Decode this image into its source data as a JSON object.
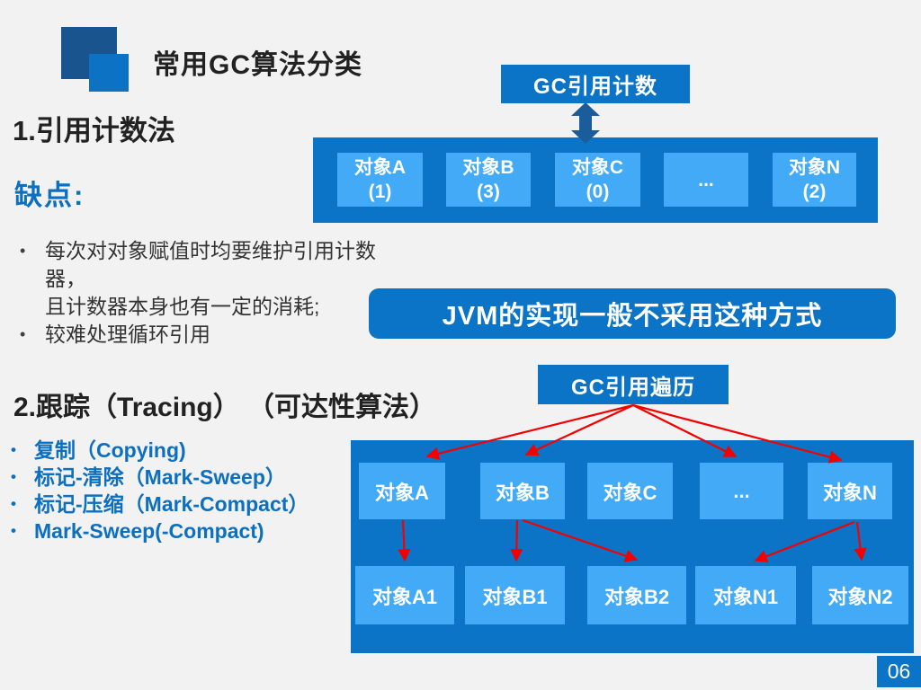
{
  "slide": {
    "title": "常用GC算法分类",
    "page_number": "06"
  },
  "colors": {
    "background": "#F2F2F2",
    "primary_blue": "#0B74C6",
    "light_blue": "#42AAF7",
    "logo_navy": "#19548E",
    "double_arrow_blue": "#1B5C9B",
    "arrow_red": "#F40000",
    "heading_text": "#222222",
    "accent_text_blue": "#0C6FC0"
  },
  "section1": {
    "heading": "1.引用计数法",
    "drawback_label": "缺点:",
    "bullets": [
      {
        "lines": [
          "每次对对象赋值时均要维护引用计数器，",
          "且计数器本身也有一定的消耗;"
        ]
      },
      {
        "lines": [
          "较难处理循环引用"
        ]
      }
    ],
    "banner": "JVM的实现一般不采用这种方式"
  },
  "diagram1": {
    "label": "GC引用计数",
    "objects": [
      {
        "name": "对象A",
        "count": "(1)"
      },
      {
        "name": "对象B",
        "count": "(3)"
      },
      {
        "name": "对象C",
        "count": "(0)"
      },
      {
        "name": "...",
        "count": ""
      },
      {
        "name": "对象N",
        "count": "(2)"
      }
    ]
  },
  "section2": {
    "heading": "2.跟踪（Tracing） （可达性算法）",
    "methods": [
      "复制（Copying)",
      "标记-清除（Mark-Sweep）",
      "标记-压缩（Mark-Compact）",
      "Mark-Sweep(-Compact)"
    ]
  },
  "diagram2": {
    "label": "GC引用遍历",
    "row1": [
      "对象A",
      "对象B",
      "对象C",
      "...",
      "对象N"
    ],
    "row2": [
      "对象A1",
      "对象B1",
      "对象B2",
      "对象N1",
      "对象N2"
    ]
  }
}
